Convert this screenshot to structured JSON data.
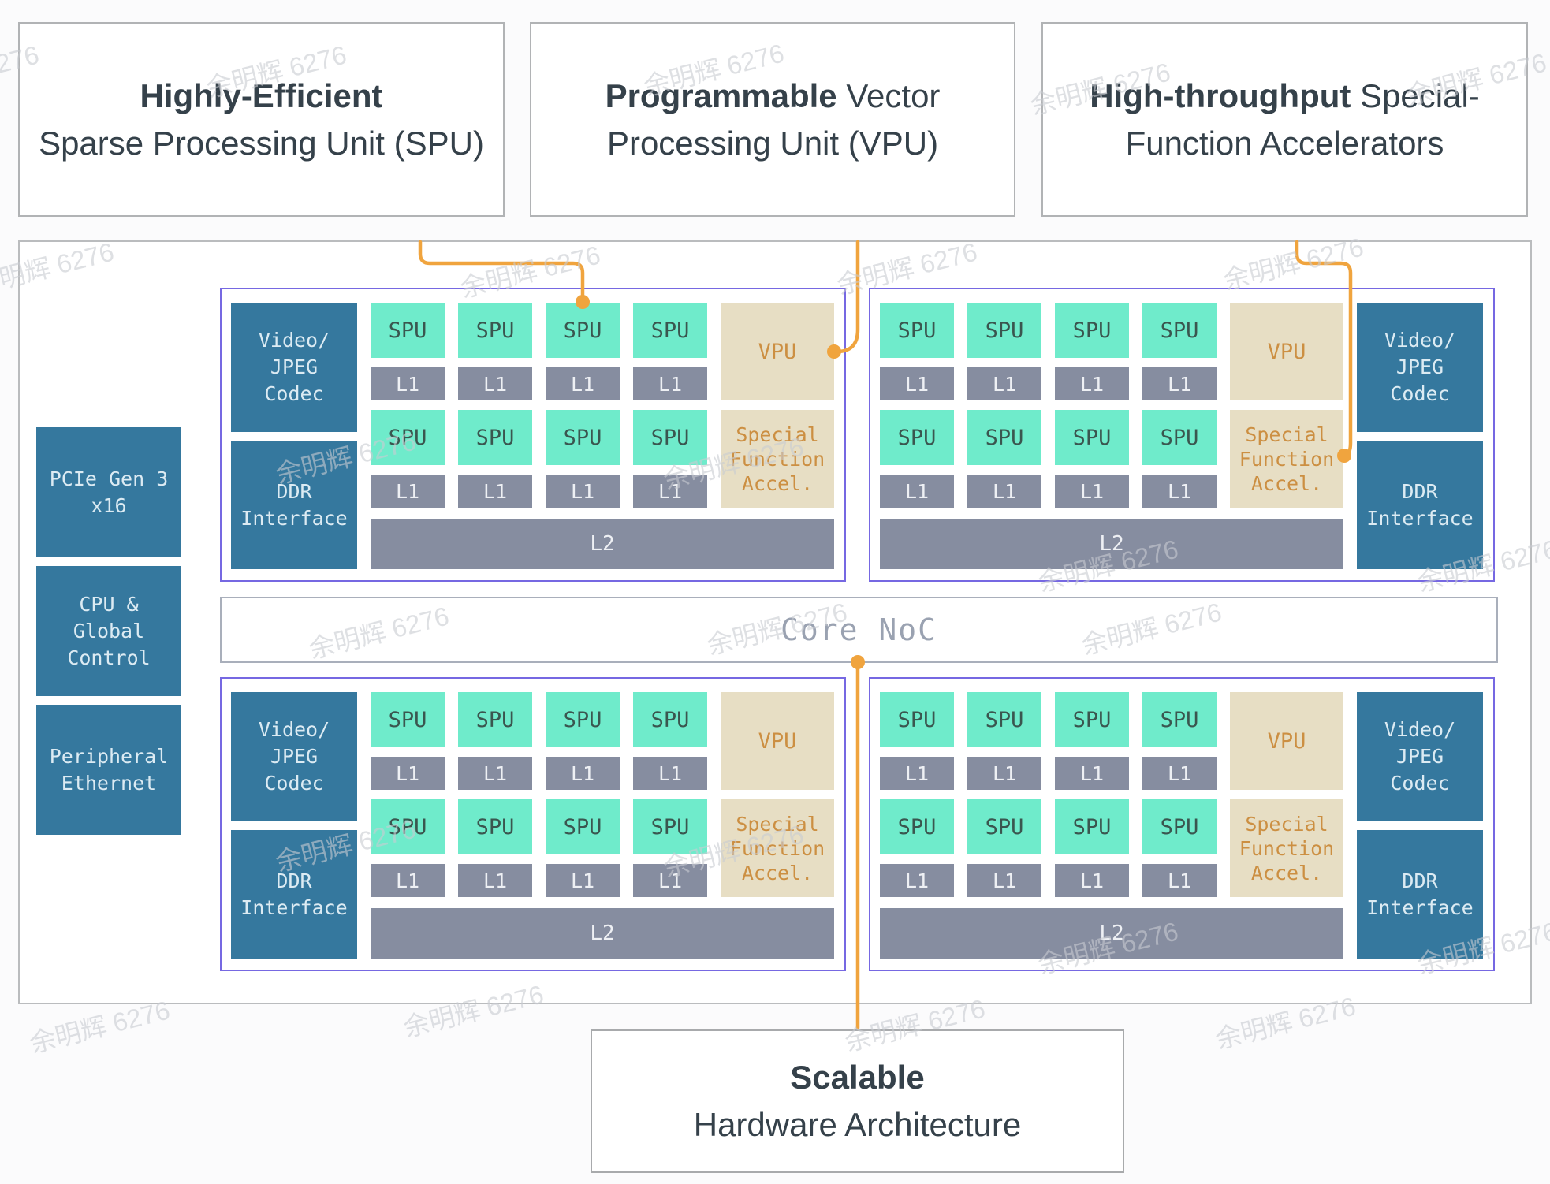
{
  "watermark": {
    "text": "余明辉 6276"
  },
  "colors": {
    "accent_orange": "#f0a43e",
    "quadrant_purple": "#7668e2",
    "block_teal": "#6febcb",
    "block_teal_text": "#3a564f",
    "block_gray": "#868da0",
    "block_blue": "#35789e",
    "block_tan": "#e7dec4",
    "block_tan_text": "#cc8f42",
    "heading_text": "#35414a",
    "noc_text": "#9aa2b1",
    "watermark_gray": "#c9ccd2"
  },
  "top_labels": [
    {
      "bold": "Highly-Efficient",
      "rest": "",
      "line2": "Sparse Processing Unit (SPU)"
    },
    {
      "bold": "Programmable",
      "rest": " Vector",
      "line2": "Processing Unit (VPU)"
    },
    {
      "bold": "High-throughput",
      "rest": " Special-",
      "line2": "Function Accelerators"
    }
  ],
  "bottom_label": {
    "bold": "Scalable",
    "rest": "",
    "line2": "Hardware Architecture"
  },
  "io_blocks": [
    {
      "lines": [
        "PCIe Gen 3",
        "x16"
      ]
    },
    {
      "lines": [
        "CPU &",
        "Global",
        "Control"
      ]
    },
    {
      "lines": [
        "Peripheral",
        "Ethernet"
      ]
    }
  ],
  "core_noc_label": "Core NoC",
  "blocks": {
    "spu": "SPU",
    "l1": "L1",
    "l2": "L2",
    "vpu": "VPU",
    "sfa_lines": [
      "Special",
      "Function",
      "Accel."
    ],
    "codec_lines": [
      "Video/",
      "JPEG",
      "Codec"
    ],
    "ddr_lines": [
      "DDR",
      "Interface"
    ]
  }
}
